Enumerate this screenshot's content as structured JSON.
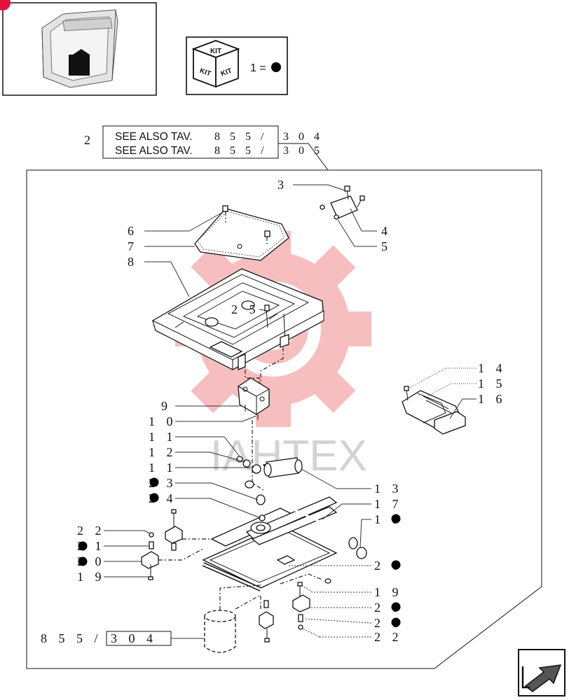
{
  "thumbnail": {
    "icon": "cab-thumbnail-icon"
  },
  "kit_box": {
    "kit_top": "KIT",
    "kit_left": "KIT",
    "kit_right": "KIT",
    "legend": "1 ="
  },
  "see_also": {
    "ref_number": "2",
    "line1_prefix": "SEE ALSO TAV.",
    "line1_group": "8 5 5 /",
    "line1_code": "3   0 4",
    "line2_prefix": "SEE ALSO TAV.",
    "line2_group": "8 5 5 /",
    "line2_code": "3   0 5"
  },
  "watermark": "IAHTEX",
  "callouts_left": [
    "6",
    "7",
    "8",
    "9",
    "1 0",
    "1 1",
    "1 2",
    "1 1",
    "2 3",
    "2 4",
    "2 2",
    "2 1",
    "2 0",
    "1 9"
  ],
  "callouts_right": [
    "3",
    "4",
    "5",
    "2 5",
    "1 4",
    "1 5",
    "1 6",
    "1 3",
    "1 7",
    "1 8",
    "2 6",
    "1 9",
    "2 0",
    "2 1",
    "2 2"
  ],
  "bottom_ref": {
    "group": "8 5 5 /",
    "code": "3   0 4"
  },
  "nav": {
    "icon": "next-page-arrow-icon"
  },
  "colors": {
    "watermark": "#f08a8a",
    "marker": "#000000"
  }
}
